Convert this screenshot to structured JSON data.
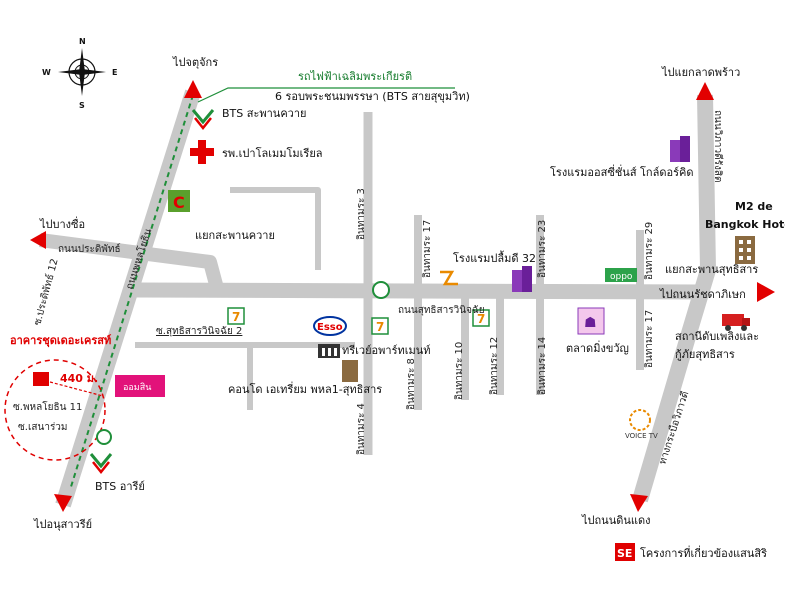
{
  "compass": {
    "north": "N",
    "south": "S",
    "east": "E",
    "west": "W"
  },
  "directions": {
    "to_chatuchak": "ไปจตุจักร",
    "to_lat_phrao": "ไปแยกลาดพร้าว",
    "to_bang_sue": "ไปบางซื่อ",
    "to_ratchadaphisek": "ไปถนนรัชดาภิเษก",
    "to_huai_khwang": "ไปถนนดินแดง",
    "to_yuttharaksi": "ไปอนุสาวรีย์"
  },
  "bts": {
    "line_title": "รถไฟฟ้าเฉลิมพระเกียรติ",
    "line_subtitle": "6 รอบพระชนมพรรษา (BTS สายสุขุมวิท)",
    "saphan_khwai": "BTS สะพานควาย",
    "ari": "BTS อารีย์",
    "logo_text": "BTS"
  },
  "roads": {
    "phahonyothin": "ถนนพหลโยธิน",
    "pradiphat": "ถนนประดิพัทธ์",
    "sutthisan": "ถนนสุทธิสารวินิจฉัย",
    "vibhavadi": "ถนนวิภาวดีรังสิต",
    "kamphaeng_phet": "ทางกระบือวิภาวดี",
    "inthamara_3": "อินทามระ 3",
    "inthamara_4": "อินทามระ 4",
    "inthamara_8": "อินทามระ 8",
    "inthamara_10": "อินทามระ 10",
    "inthamara_12": "อินทามระ 12",
    "inthamara_14": "อินทามระ 14",
    "inthamara_17": "อินทามระ 17",
    "inthamara_23": "อินทามระ 23",
    "inthamara_29": "อินทามระ 29",
    "inthamara_17b": "อินทามระ 17",
    "pradiphat_12": "ซ.ประดิพัทธ์ 12",
    "phahonyothin_11": "ซ.พหลโยธิน 11",
    "sena_ruam": "ซ.เสนาร่วม",
    "sutthisan_2": "ซ.สุทธิสารวินิจฉัย 2"
  },
  "places": {
    "hospital": "รพ.เปาโลเมมโมเรียล",
    "big_c_junction": "แยกสะพานควาย",
    "hotel_ossy": "โรงแรมออสซี่ชั่นส์ โกล์ดอร์คิด",
    "hotel_plum": "โรงแรมปลื้มดี 32",
    "m2_line1": "M2 de",
    "m2_line2": "Bangkok Hotel",
    "sutthisan_junction": "แยกสะพานสุทธิสาร",
    "fire_station": "สถานีดับเพลิงและ",
    "fire_station2": "กู้ภัยสุทธิสาร",
    "true_tower": "ทรีเวย์อพาร์ทเมนท์",
    "condo": "คอนโด เอเทรี่ยม พหล1-สุทธิสาร",
    "market": "ตลาดมิ่งขวัญ",
    "site": "อาคารชุดเดอะเครสท์",
    "distance": "440 ม.",
    "voice_tv": "VOICE TV",
    "esso": "Esso",
    "seven_eleven": "7",
    "oppo": "oppo",
    "big_c": "C",
    "bank": "ออมสิน",
    "sansiri": "แสนสิริ"
  },
  "legend": {
    "badge": "SE",
    "label": "โครงการที่เกี่ยวข้องแสนสิริ"
  },
  "colors": {
    "road": "#c8c8c8",
    "bts_line": "#1f8f3a",
    "arrow": "#e20000",
    "site_marker": "#e00000",
    "building": "#8a3ab9"
  }
}
